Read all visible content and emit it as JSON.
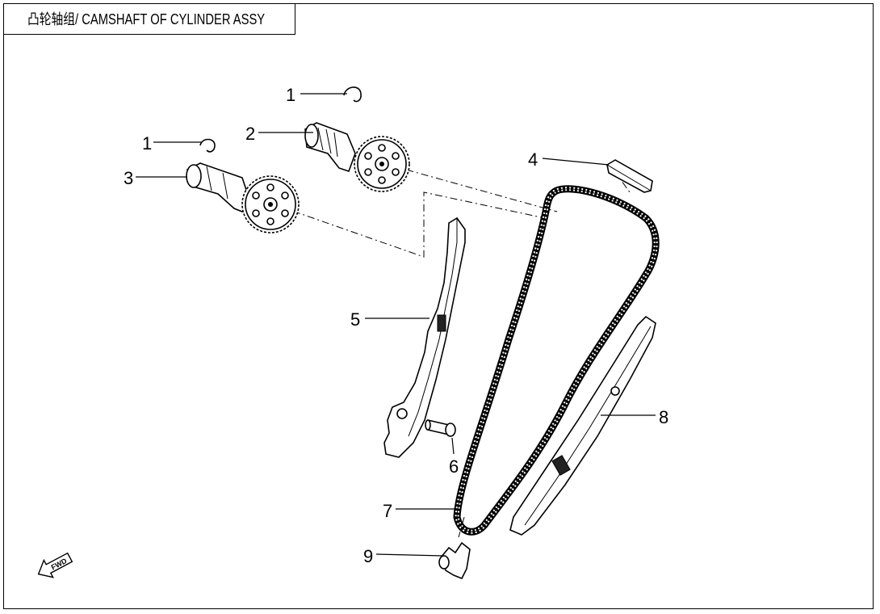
{
  "title": "凸轮轴组/ CAMSHAFT OF CYLINDER ASSY",
  "callouts": {
    "c1a": "1",
    "c1b": "1",
    "c2": "2",
    "c3": "3",
    "c4": "4",
    "c5": "5",
    "c6": "6",
    "c7": "7",
    "c8": "8",
    "c9": "9"
  },
  "fwd_label": "FWD",
  "icons": {
    "fwd": "fwd-arrow-icon"
  }
}
